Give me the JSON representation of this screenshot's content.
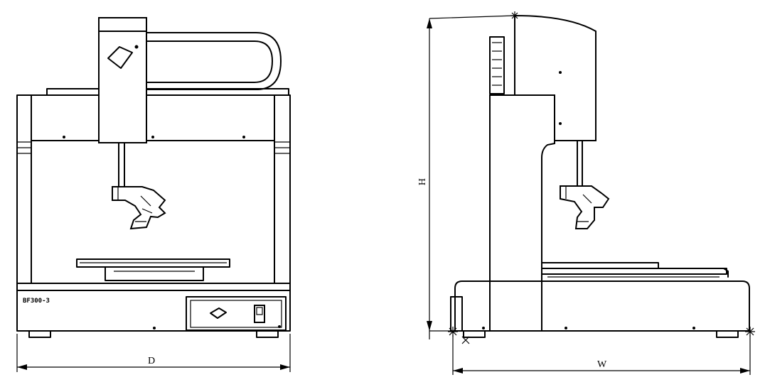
{
  "front_view": {
    "brand_text": "BF300-3"
  },
  "dimensions": {
    "depth_label": "D",
    "width_label": "W",
    "height_label": "H"
  }
}
